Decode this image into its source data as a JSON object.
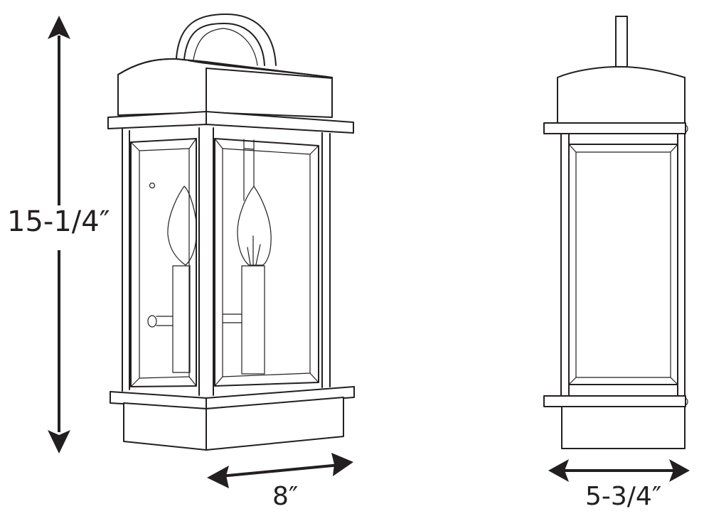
{
  "diagram": {
    "type": "product dimension drawing",
    "subject": "two-light outdoor wall lantern",
    "views": [
      {
        "name": "front-angled-view",
        "description": "3/4 perspective view with arched handle, two candelabra bulbs"
      },
      {
        "name": "side-view",
        "description": "side elevation showing mounting arm and depth"
      }
    ],
    "dimensions": {
      "height": "15-1/4″",
      "width": "8″",
      "depth": "5-3/4″"
    },
    "colors": {
      "line": "#231f20",
      "background": "#ffffff"
    }
  }
}
